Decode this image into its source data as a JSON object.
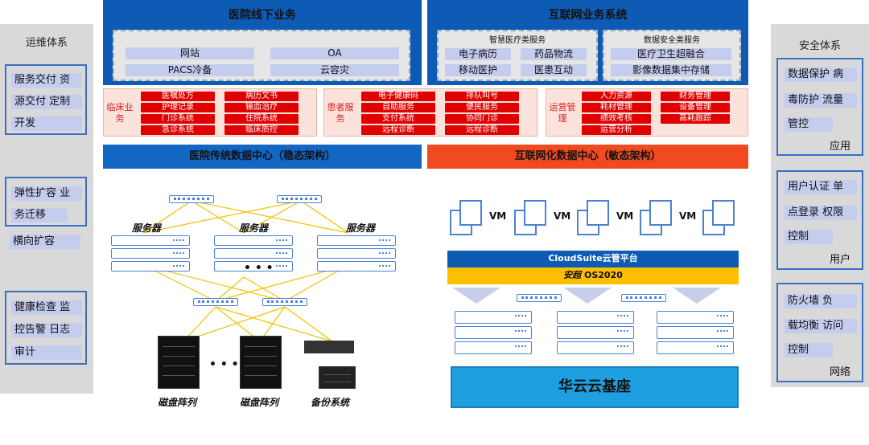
{
  "left_panel": {
    "title": "运维体系",
    "groups": [
      {
        "lines": [
          "服务交付 资",
          "源交付 定制",
          "开发"
        ]
      },
      {
        "lines": [
          "弹性扩容 业",
          "务迁移"
        ],
        "extra": "横向扩容"
      },
      {
        "lines": [
          "健康检查 监",
          "控告警 日志",
          "审计"
        ]
      }
    ]
  },
  "right_panel": {
    "title": "安全体系",
    "groups": [
      {
        "lines": [
          "数据保护 病",
          "毒防护 流量",
          "管控"
        ],
        "footer": "应用"
      },
      {
        "lines": [
          "用户认证 单",
          "点登录 权限",
          "控制"
        ],
        "footer": "用户"
      },
      {
        "lines": [
          "防火墙 负",
          "载均衡 访问",
          "控制"
        ],
        "footer": "网络"
      }
    ]
  },
  "offline": {
    "title": "医院线下业务",
    "items": [
      "网站",
      "OA",
      "PACS冷备",
      "云容灾"
    ]
  },
  "internet": {
    "title": "互联网业务系统",
    "smart_medical": {
      "title": "智慧医疗类服务",
      "items": [
        "电子病历",
        "药品物流",
        "移动医护",
        "医患互动"
      ]
    },
    "data_security": {
      "title": "数据安全类服务",
      "items": [
        "医疗卫生超融合",
        "影像数据集中存储"
      ]
    }
  },
  "business": [
    {
      "label": "临床业务",
      "tags": [
        "医嘱处方",
        "病历文书",
        "护理记录",
        "输血治疗",
        "门诊系统",
        "住院系统",
        "急诊系统",
        "临床质控"
      ]
    },
    {
      "label": "患者服务",
      "tags": [
        "电子健康码",
        "排队叫号",
        "自助服务",
        "便民服务",
        "支付系统",
        "协同门诊",
        "远程诊断",
        "远程诊断"
      ]
    },
    {
      "label": "运营管理",
      "tags": [
        "人力资源",
        "财务管理",
        "耗材管理",
        "设备管理",
        "绩效考核",
        "高耗跟踪",
        "运营分析"
      ]
    }
  ],
  "datacenters": {
    "traditional": "医院传统数据中心（稳态架构）",
    "internet": "互联网化数据中心（敏态架构）"
  },
  "left_infra": {
    "server_label": "服务器",
    "storage_caption": "磁盘阵列",
    "backup_caption": "备份系统",
    "ellipsis": "• • •"
  },
  "right_infra": {
    "vm_label": "VM",
    "platform": "CloudSuite云管平台",
    "os_brand": "安超",
    "os_version": " OS2020",
    "base": "华云云基座"
  },
  "colors": {
    "blue_header": "#0e5bb5",
    "orange_header": "#f04a1e",
    "platform_bar": "#0e5bb5",
    "os_bar": "#fbbf00",
    "base": "#1ea0e0",
    "red_tag": "#e00000",
    "side_panel": "#d9d9d9"
  }
}
